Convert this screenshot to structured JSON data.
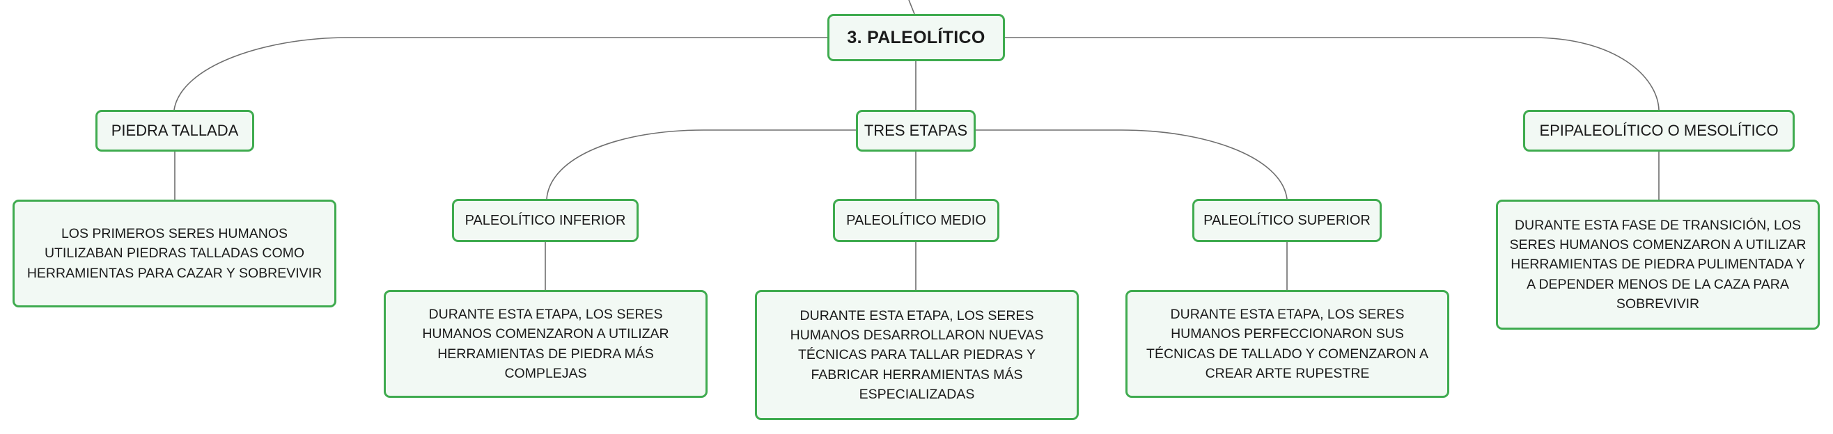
{
  "root": {
    "label": "3. PALEOLÍTICO"
  },
  "branches": {
    "piedra_tallada": {
      "label": "PIEDRA TALLADA",
      "detail": "LOS PRIMEROS SERES HUMANOS UTILIZABAN PIEDRAS TALLADAS COMO HERRAMIENTAS PARA CAZAR Y SOBREVIVIR"
    },
    "tres_etapas": {
      "label": "TRES ETAPAS",
      "stages": [
        {
          "label": "PALEOLÍTICO INFERIOR",
          "detail": "DURANTE ESTA ETAPA, LOS SERES HUMANOS COMENZARON A UTILIZAR HERRAMIENTAS DE PIEDRA MÁS COMPLEJAS"
        },
        {
          "label": "PALEOLÍTICO MEDIO",
          "detail": "DURANTE ESTA ETAPA, LOS SERES HUMANOS DESARROLLARON NUEVAS TÉCNICAS PARA TALLAR PIEDRAS Y FABRICAR HERRAMIENTAS MÁS ESPECIALIZADAS"
        },
        {
          "label": "PALEOLÍTICO SUPERIOR",
          "detail": "DURANTE ESTA ETAPA, LOS SERES HUMANOS PERFECCIONARON SUS TÉCNICAS DE TALLADO Y COMENZARON A CREAR ARTE RUPESTRE"
        }
      ]
    },
    "epipaleolitico": {
      "label": "EPIPALEOLÍTICO O MESOLÍTICO",
      "detail": "DURANTE ESTA FASE DE TRANSICIÓN, LOS SERES HUMANOS COMENZARON A UTILIZAR HERRAMIENTAS DE PIEDRA PULIMENTADA Y A DEPENDER MENOS DE LA CAZA PARA SOBREVIVIR"
    }
  },
  "colors": {
    "node_border": "#3fab4f",
    "node_fill": "#f2f9f4",
    "connector": "#6e6e6e",
    "text": "#1a1a1a"
  }
}
